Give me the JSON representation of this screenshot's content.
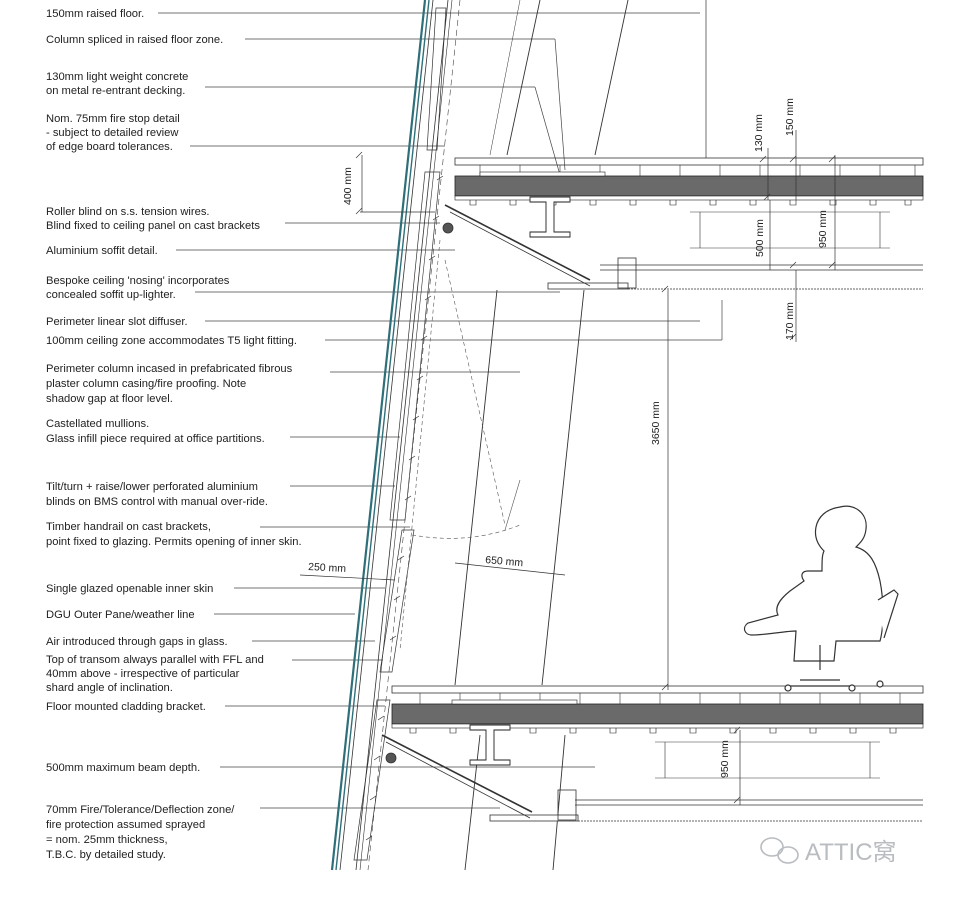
{
  "labels": [
    {
      "id": "raised-floor",
      "lines": [
        "150mm raised floor."
      ]
    },
    {
      "id": "column-spliced",
      "lines": [
        "Column spliced in raised floor zone."
      ]
    },
    {
      "id": "concrete-deck",
      "lines": [
        "130mm light weight concrete",
        "on metal re-entrant decking."
      ]
    },
    {
      "id": "fire-stop",
      "lines": [
        "Nom. 75mm fire stop detail",
        "- subject to detailed review",
        "of edge board tolerances."
      ]
    },
    {
      "id": "roller-blind",
      "lines": [
        "Roller blind on s.s. tension wires.",
        "Blind fixed to ceiling panel on cast brackets"
      ]
    },
    {
      "id": "soffit-detail",
      "lines": [
        "Aluminium soffit detail."
      ]
    },
    {
      "id": "ceiling-nosing",
      "lines": [
        "Bespoke ceiling 'nosing' incorporates",
        "concealed soffit up-lighter."
      ]
    },
    {
      "id": "slot-diffuser",
      "lines": [
        "Perimeter linear slot diffuser."
      ]
    },
    {
      "id": "ceiling-zone",
      "lines": [
        "100mm ceiling zone accommodates T5 light fitting."
      ]
    },
    {
      "id": "perimeter-column",
      "lines": [
        "Perimeter column incased in prefabricated fibrous",
        "plaster column casing/fire proofing. Note",
        "shadow gap at floor level."
      ]
    },
    {
      "id": "castellated-mullions",
      "lines": [
        "Castellated mullions.",
        "Glass infill piece required at office partitions."
      ]
    },
    {
      "id": "tilt-blinds",
      "lines": [
        "Tilt/turn + raise/lower perforated aluminium",
        "blinds on BMS control with manual over-ride."
      ]
    },
    {
      "id": "timber-handrail",
      "lines": [
        "Timber handrail on cast brackets,",
        "point fixed to glazing. Permits opening of inner skin."
      ]
    },
    {
      "id": "inner-skin",
      "lines": [
        "Single glazed openable inner skin"
      ]
    },
    {
      "id": "outer-pane",
      "lines": [
        "DGU Outer Pane/weather line"
      ]
    },
    {
      "id": "air-gaps",
      "lines": [
        "Air introduced through gaps in glass."
      ]
    },
    {
      "id": "transom",
      "lines": [
        "Top of transom always parallel with FFL and",
        "40mm above - irrespective of particular",
        "shard angle of inclination."
      ]
    },
    {
      "id": "cladding-bracket",
      "lines": [
        "Floor mounted cladding bracket."
      ]
    },
    {
      "id": "beam-depth",
      "lines": [
        "500mm maximum beam depth."
      ]
    },
    {
      "id": "fire-zone",
      "lines": [
        "70mm Fire/Tolerance/Deflection zone/",
        "fire protection assumed sprayed",
        "= nom. 25mm thickness,",
        "T.B.C. by detailed study."
      ]
    }
  ],
  "dimensions": {
    "d130": "130 mm",
    "d150": "150 mm",
    "d400": "400 mm",
    "d500": "500 mm",
    "d950a": "950 mm",
    "d170": "170 mm",
    "d3650": "3650 mm",
    "d650": "650 mm",
    "d250": "250 mm",
    "d950b": "950 mm"
  },
  "watermark": "ATTIC窝",
  "colors": {
    "glass": "#2f6f7a",
    "line": "#222222",
    "slab": "#5f5f5f",
    "watermark": "#b9bcc0"
  }
}
